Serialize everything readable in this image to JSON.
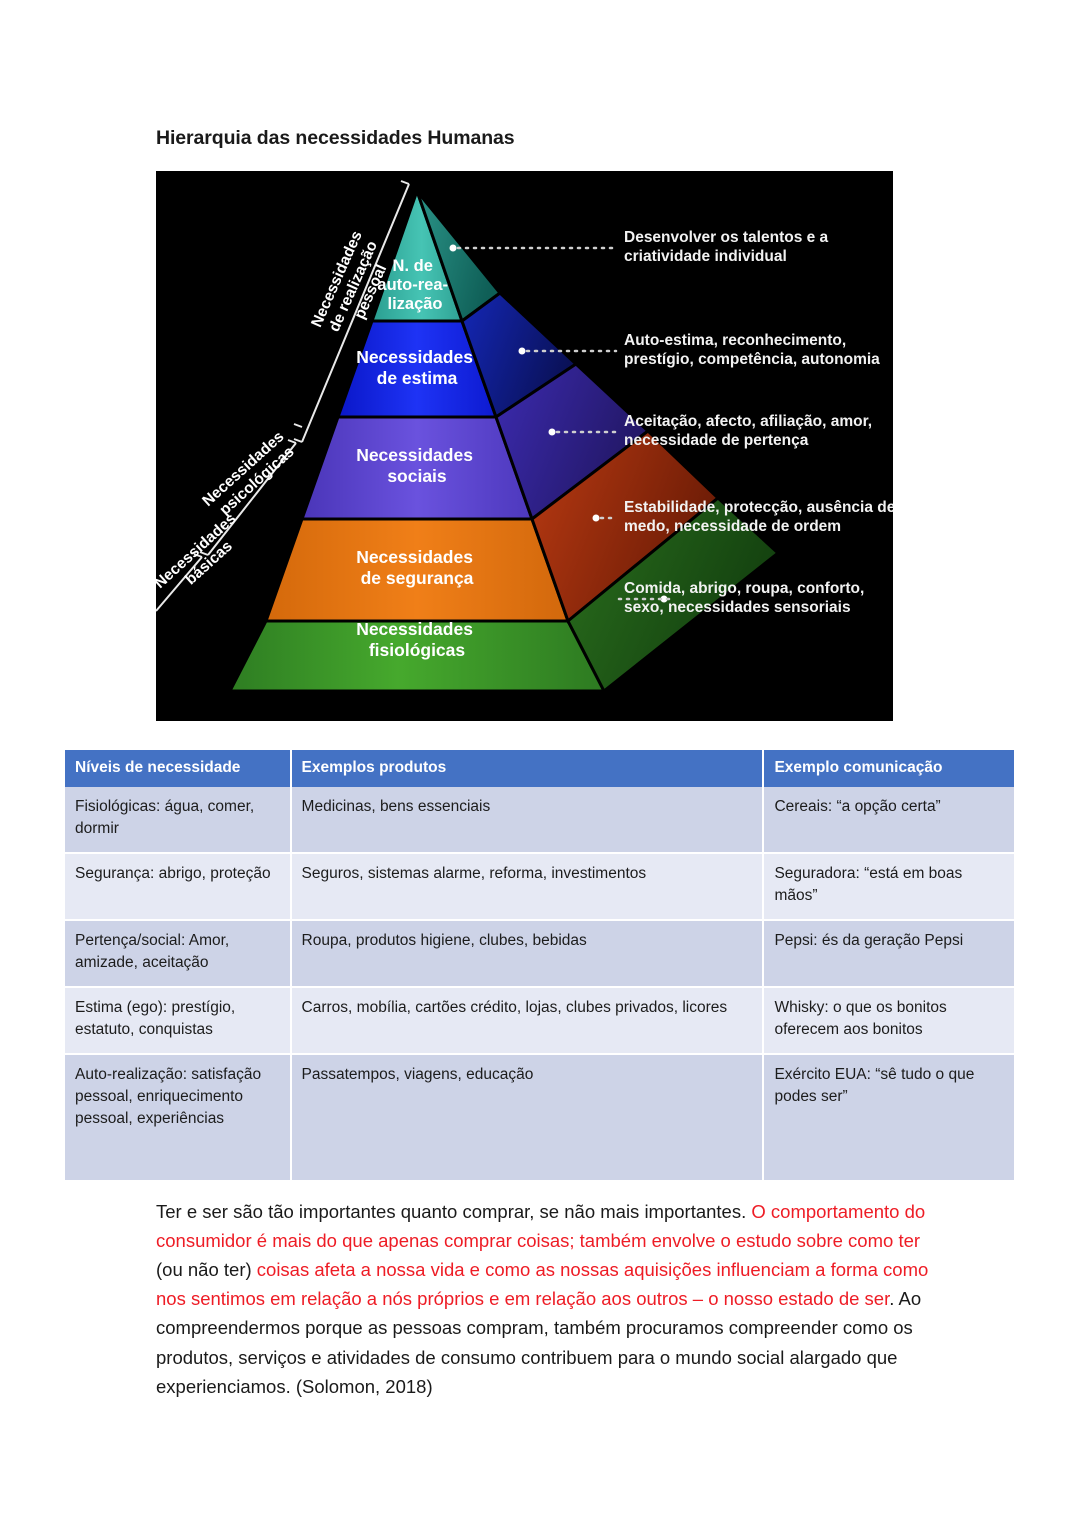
{
  "page_title": "Hierarquia das necessidades Humanas",
  "pyramid": {
    "tiers": [
      {
        "id": "self-actualization",
        "label": "N. de\nauto-rea-\nlização",
        "color": "#3cb8a9",
        "side_color": "#1e7e73"
      },
      {
        "id": "esteem",
        "label": "Necessidades\nde estima",
        "color": "#1122ee",
        "side_color": "#0c1690"
      },
      {
        "id": "social",
        "label": "Necessidades\nsociais",
        "color": "#5b45cc",
        "side_color": "#3a2aa0"
      },
      {
        "id": "safety",
        "label": "Necessidades\nde segurança",
        "color": "#e8770f",
        "side_color": "#b03010"
      },
      {
        "id": "physiological",
        "label": "Necessidades\nfisiológicas",
        "color": "#3fa02a",
        "side_color": "#1d5c18"
      }
    ],
    "annotations": [
      {
        "id": "self-actualization",
        "line1": "Desenvolver os talentos e a",
        "line2": "criatividade individual"
      },
      {
        "id": "esteem",
        "line1": "Auto-estima, reconhecimento,",
        "line2": "prestígio, competência, autonomia"
      },
      {
        "id": "social",
        "line1": "Aceitação, afecto, afiliação, amor,",
        "line2": "necessidade de pertença"
      },
      {
        "id": "safety",
        "line1": "Estabilidade, protecção, ausência de",
        "line2": "medo, necessidade de ordem"
      },
      {
        "id": "physiological",
        "line1": "Comida, abrigo, roupa, conforto,",
        "line2": "sexo, necessidades sensoriais"
      }
    ],
    "brackets": [
      {
        "id": "realizacao",
        "line1": "Necessidades",
        "line2": "de realização",
        "line3": "pessoal"
      },
      {
        "id": "psicologicas",
        "line1": "Necessidades",
        "line2": "psicológicas",
        "line3": ""
      },
      {
        "id": "basicas",
        "line1": "Necessidades",
        "line2": "básicas",
        "line3": ""
      }
    ]
  },
  "table": {
    "headers": [
      "Níveis de necessidade",
      "Exemplos produtos",
      "Exemplo comunicação"
    ],
    "rows": [
      {
        "level": "Fisiológicas: água, comer, dormir",
        "products": "Medicinas, bens essenciais",
        "communication": "Cereais: “a opção certa”"
      },
      {
        "level": "Segurança: abrigo, proteção",
        "products": "Seguros, sistemas alarme, reforma, investimentos",
        "communication": "Seguradora: “está em boas mãos”"
      },
      {
        "level": "Pertença/social: Amor, amizade, aceitação",
        "products": "Roupa, produtos higiene, clubes, bebidas",
        "communication": "Pepsi: és da geração Pepsi"
      },
      {
        "level": "Estima (ego): prestígio, estatuto, conquistas",
        "products": "Carros, mobília, cartões crédito, lojas, clubes privados, licores",
        "communication": "Whisky: o que os bonitos oferecem aos bonitos"
      },
      {
        "level": "Auto-realização: satisfação pessoal, enriquecimento pessoal, experiências",
        "products": "Passatempos, viagens, educação",
        "communication": "Exército EUA: “sê tudo o que podes ser”"
      }
    ]
  },
  "paragraph": {
    "seg1_black": "Ter e ser são tão importantes quanto comprar, se não mais importantes. ",
    "seg2_red": "O comportamento do consumidor é mais do que apenas comprar coisas; também envolve o estudo sobre como ter ",
    "seg3_black": "(ou não ter)",
    "seg4_red": " coisas afeta a nossa vida e como as nossas aquisições influenciam a forma como nos sentimos em relação a nós próprios e em relação aos outros – o nosso estado de ser",
    "seg5_black": ". Ao compreendermos porque as pessoas compram, também procuramos compreender como os produtos, serviços e atividades de consumo contribuem para o mundo social alargado que experienciamos. (Solomon, 2018)"
  },
  "colors": {
    "table_header_bg": "#4472c4",
    "row_odd_bg": "#cdd3e7",
    "row_even_bg": "#e6e9f4",
    "highlight_red": "#ee1c25",
    "figure_bg": "#000000"
  }
}
